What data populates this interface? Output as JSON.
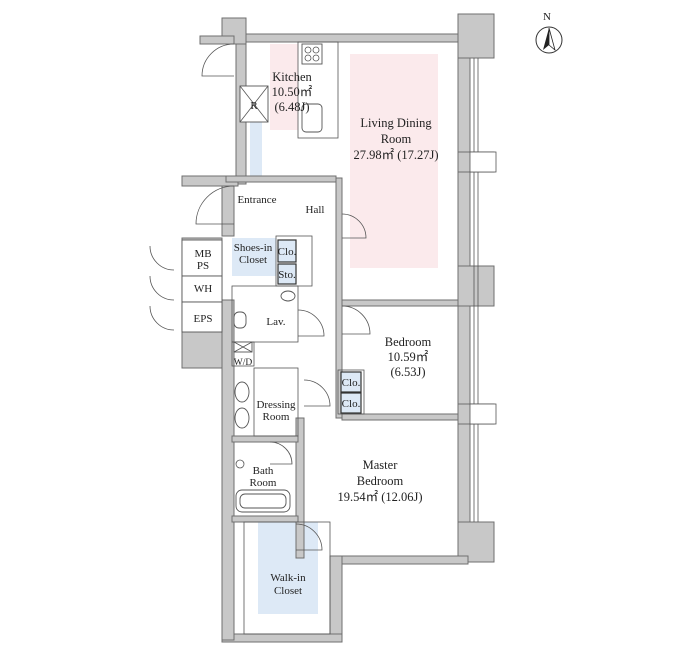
{
  "compass": {
    "label": "N"
  },
  "rooms": {
    "kitchen": {
      "name": "Kitchen",
      "area": "10.50㎡",
      "jo": "(6.48J)"
    },
    "living": {
      "name_line1": "Living Dining",
      "name_line2": "Room",
      "area": "27.98㎡ (17.27J)"
    },
    "bedroom": {
      "name": "Bedroom",
      "area": "10.59㎡",
      "jo": "(6.53J)"
    },
    "master": {
      "name_line1": "Master",
      "name_line2": "Bedroom",
      "area": "19.54㎡ (12.06J)"
    },
    "entrance": {
      "name": "Entrance"
    },
    "hall": {
      "name": "Hall"
    },
    "shoes": {
      "line1": "Shoes-in",
      "line2": "Closet"
    },
    "lav": {
      "name": "Lav."
    },
    "wd": {
      "name": "W/D"
    },
    "dressing": {
      "line1": "Dressing",
      "line2": "Room"
    },
    "bath": {
      "line1": "Bath",
      "line2": "Room"
    },
    "walkin": {
      "line1": "Walk-in",
      "line2": "Closet"
    }
  },
  "labels": {
    "refrigerator": "R",
    "clo": "Clo.",
    "sto": "Sto.",
    "mb": "MB",
    "ps": "PS",
    "wh": "WH",
    "eps": "EPS"
  },
  "colors": {
    "living_tint": "#fbeaec",
    "closet_tint": "#dde9f6",
    "wall_gray": "#c8c8c8",
    "line": "#555555"
  }
}
